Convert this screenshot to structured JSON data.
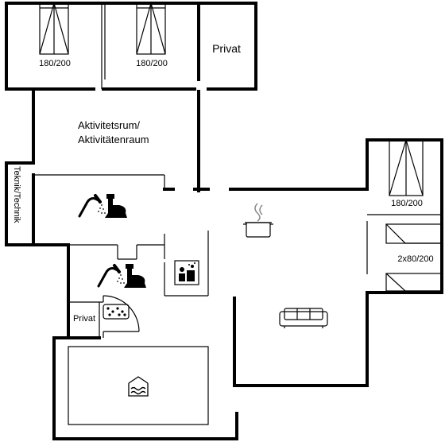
{
  "rooms": {
    "bed1_label": "180/200",
    "bed2_label": "180/200",
    "privat_top": "Privat",
    "activity_line1": "Aktivitetsrum/",
    "activity_line2": "Aktivitätenraum",
    "teknik": "Teknik/Technik",
    "bed3_label": "180/200",
    "bunk_label": "2x80/200",
    "privat_small": "Privat"
  },
  "icons": {
    "shower": "shower-icon",
    "toilet": "toilet-icon",
    "sauna": "sauna-icon",
    "spa": "spa-bath-icon",
    "pool": "pool-icon",
    "kitchen": "cooking-pot-icon",
    "sofa": "sofa-icon",
    "bed": "bed-icon"
  },
  "colors": {
    "line": "#000000",
    "background": "#ffffff"
  }
}
